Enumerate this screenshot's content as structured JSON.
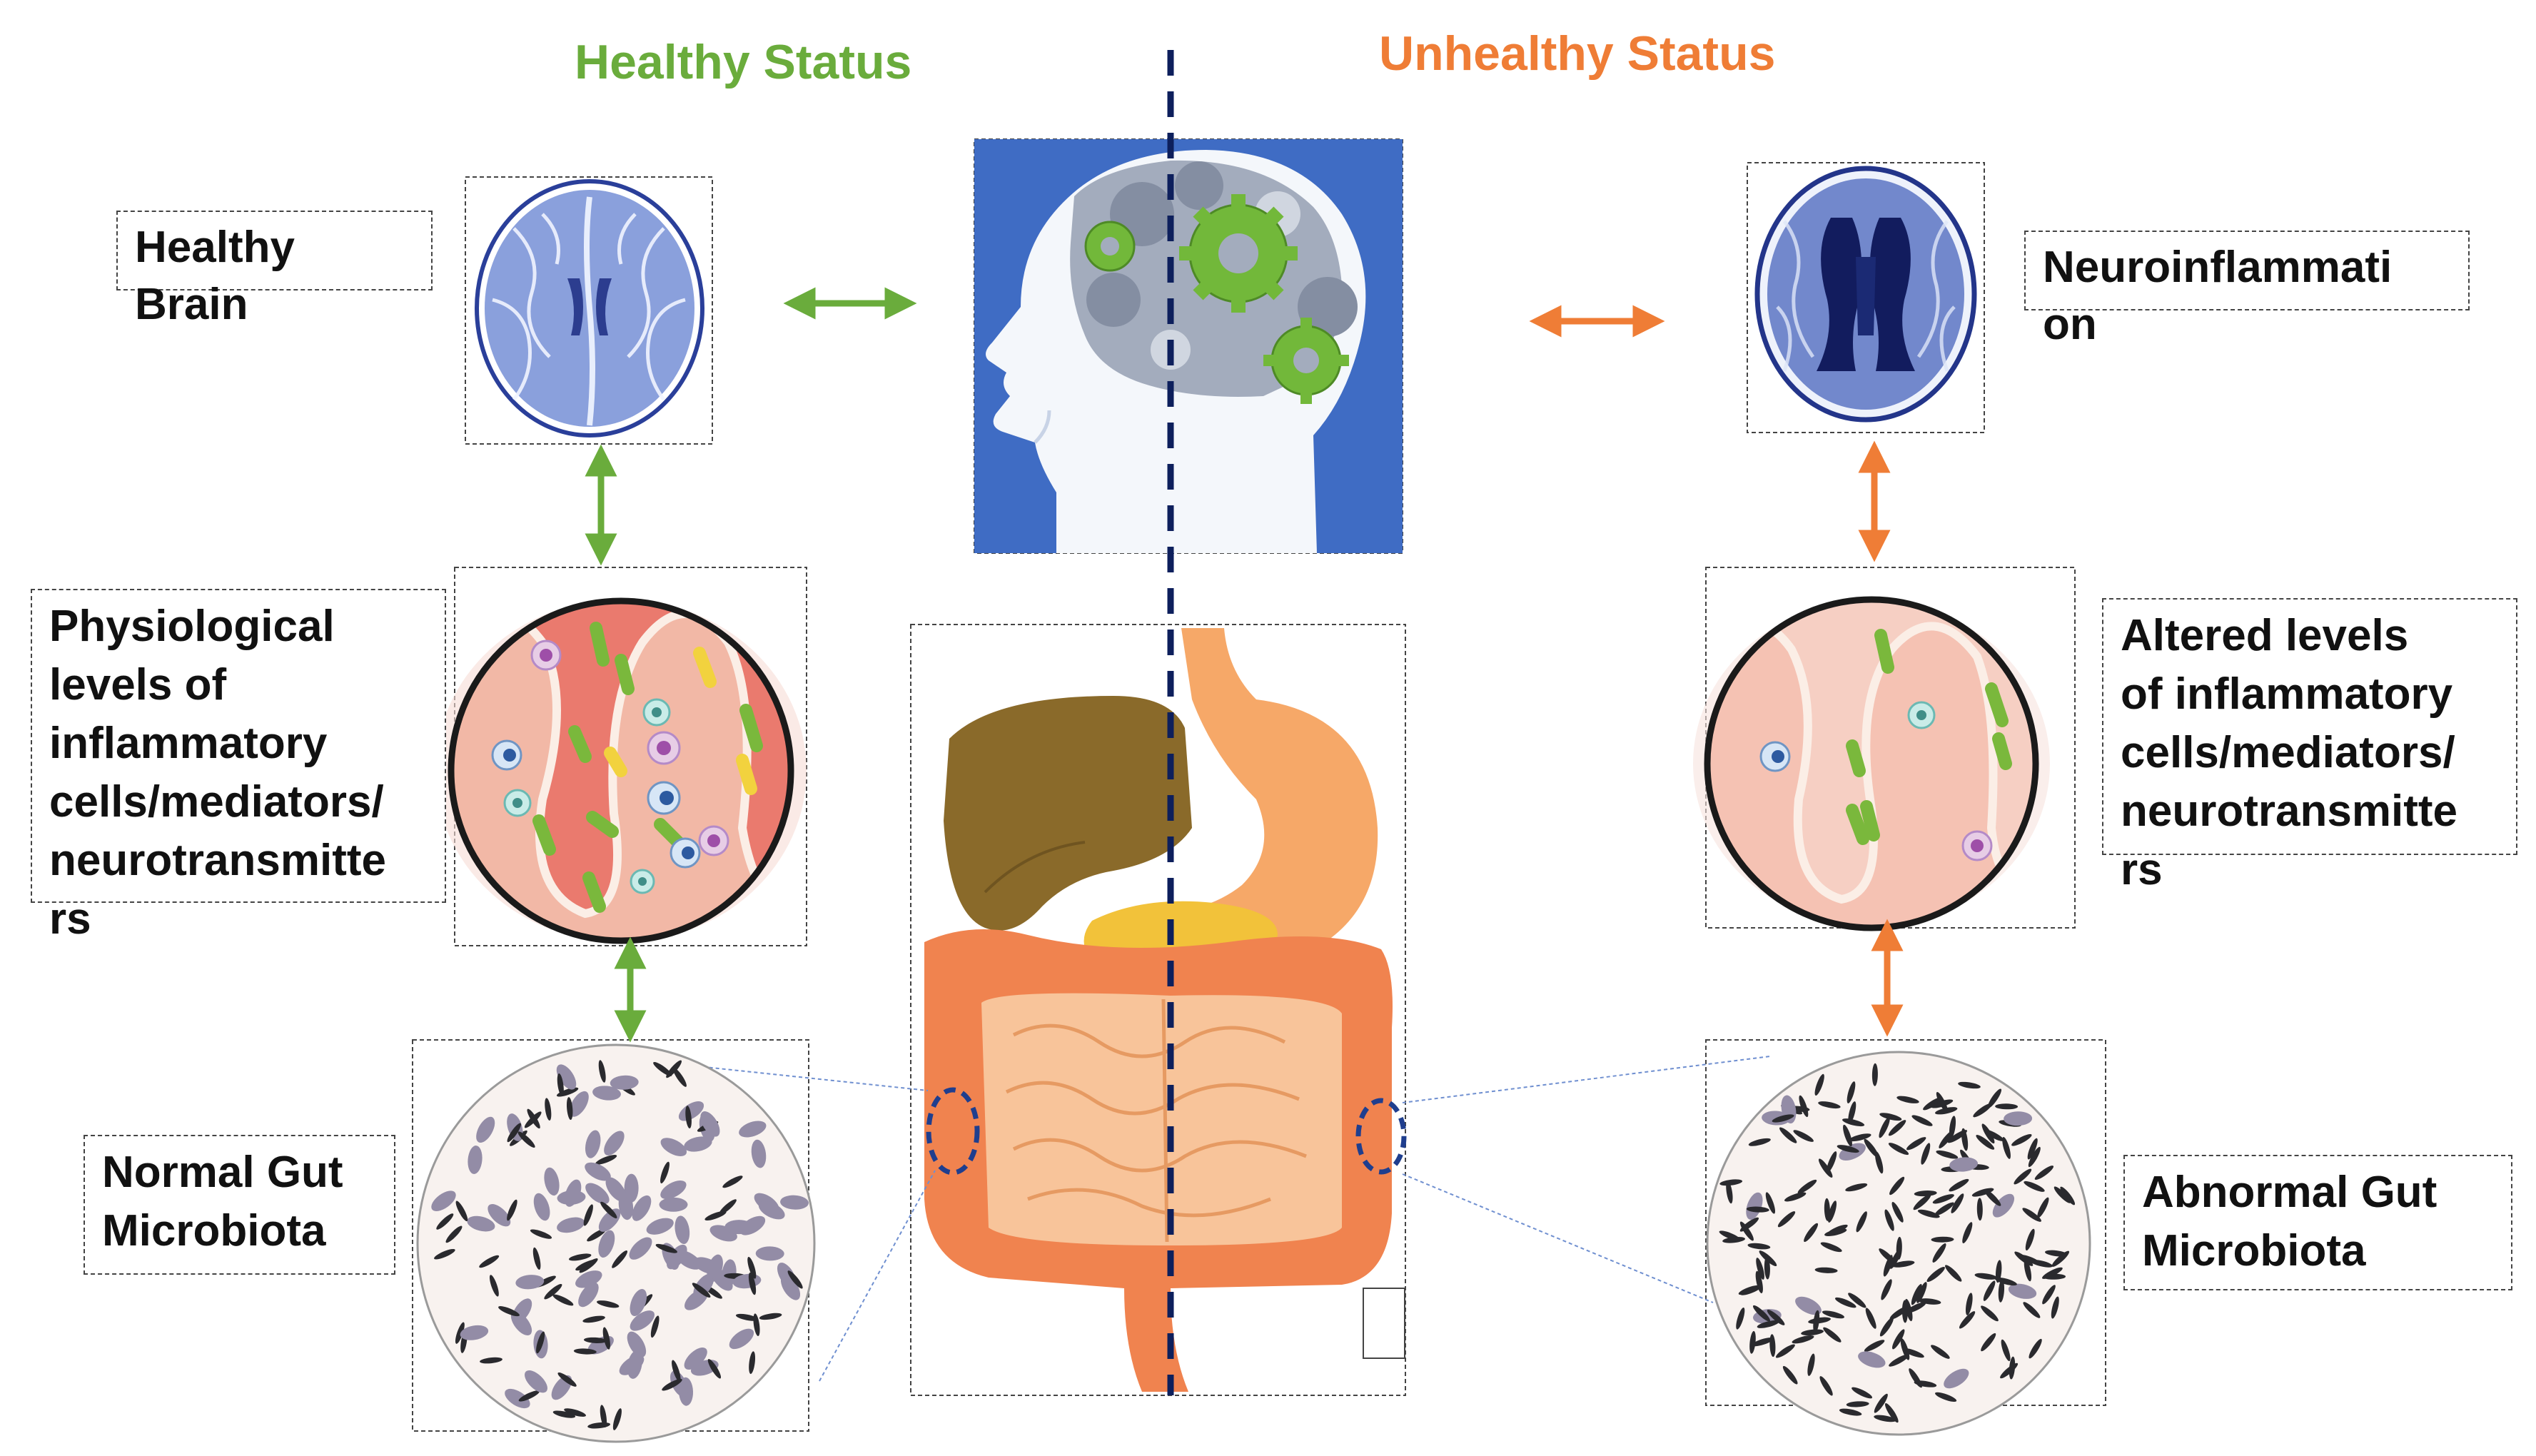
{
  "healthy": {
    "title": "Healthy Status",
    "color": "#6aac3c",
    "labels": {
      "brain": "Healthy\nBrain",
      "cells": "Physiological\nlevels of\ninflammatory\ncells/mediators/\nneurotransmitte\nrs",
      "microbiota": "Normal Gut\nMicrobiota"
    }
  },
  "unhealthy": {
    "title": "Unhealthy Status",
    "color": "#ef7d36",
    "labels": {
      "brain": "Neuroinflammati\non",
      "cells": "Altered levels\nof inflammatory\ncells/mediators/\nneurotransmitte\nrs",
      "microbiota": "Abnormal Gut\nMicrobiota"
    }
  },
  "colors": {
    "divider": "#0d1f5c",
    "head_panel_bg": "#3f6cc4",
    "mri_blue": "#5a78c8",
    "tissue_pink": "#f2b8a6",
    "lumen_red": "#ea7a6e",
    "colon_orange": "#f0834f",
    "small_intestine": "#f8c49a",
    "liver": "#8a6a2a",
    "stomach": "#f6a868",
    "pancreas": "#f2c23a",
    "bacteria_green": "#7ab83c",
    "microbe_grey": "#8d879b"
  },
  "icons": {
    "head": "human-head-gears-icon",
    "brain_mri_healthy": "brain-mri-icon",
    "brain_mri_unhealthy": "brain-mri-atrophy-icon",
    "gut": "digestive-system-icon"
  }
}
